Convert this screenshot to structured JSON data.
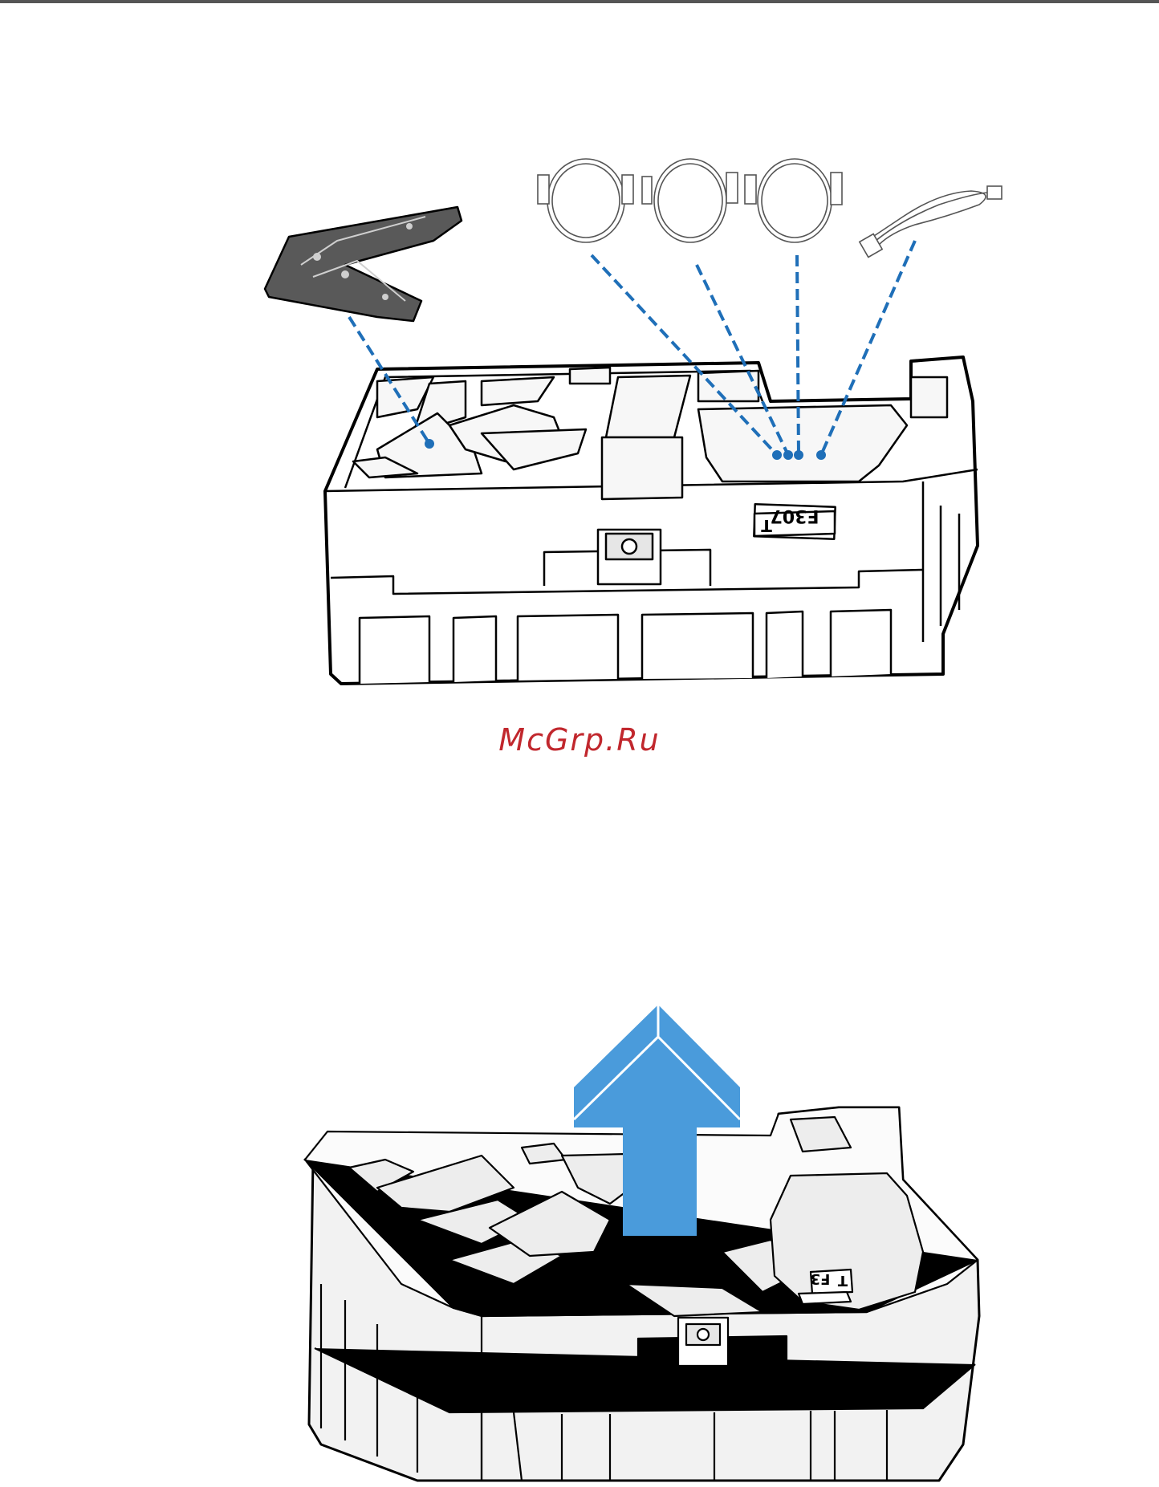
{
  "page": {
    "watermark": "McGrp.Ru",
    "box_label_top": "F307",
    "box_label_top_t": "T",
    "box_label_bottom": "F3",
    "box_label_bottom_t": "T"
  },
  "colors": {
    "accent_blue": "#4a9bdb",
    "dash_blue": "#1f6fb8",
    "line": "#000000",
    "foam_fill": "#ffffff",
    "foam_shade": "#f2f2f2",
    "stand_fill": "#595959",
    "watermark": "#c1272d"
  },
  "icons": {
    "arrow": "up-arrow-icon",
    "stand": "monitor-base-plate",
    "cables": [
      "hdmi-cable",
      "usb-cable",
      "displayport-cable",
      "power-cord"
    ]
  }
}
